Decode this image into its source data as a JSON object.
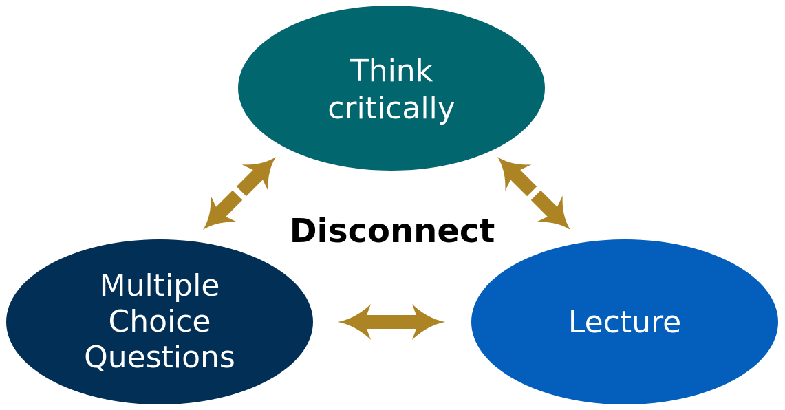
{
  "diagram": {
    "nodes": [
      {
        "id": "think",
        "lines": [
          "Think",
          "critically"
        ],
        "color": "#02666F"
      },
      {
        "id": "mcq",
        "lines": [
          "Multiple",
          "Choice",
          "Questions"
        ],
        "color": "#022F56"
      },
      {
        "id": "lecture",
        "lines": [
          "Lecture"
        ],
        "color": "#045EBB"
      }
    ],
    "center_label": "Disconnect",
    "arrow_color": "#AD8423",
    "edges": [
      {
        "from": "mcq",
        "to": "think",
        "type": "bidirectional"
      },
      {
        "from": "think",
        "to": "lecture",
        "type": "bidirectional"
      },
      {
        "from": "mcq",
        "to": "lecture",
        "type": "bidirectional"
      }
    ]
  }
}
